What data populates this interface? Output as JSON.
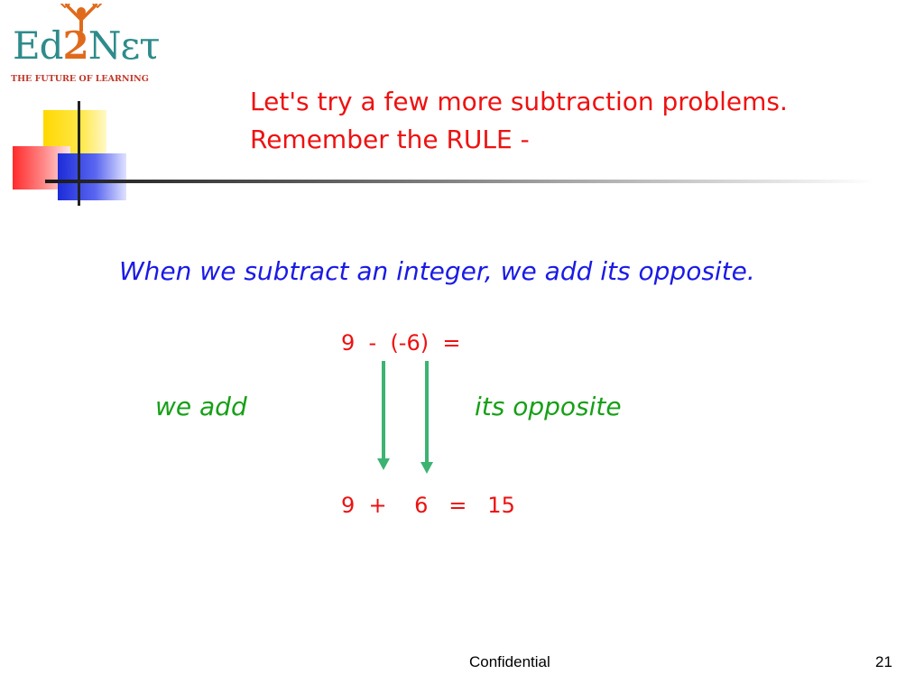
{
  "logo": {
    "text_ed": "Ed",
    "text_two": "2",
    "text_net": "Nετ",
    "tagline": "THE FUTURE OF LEARNING"
  },
  "title": "Let's try a few more subtraction problems.\nRemember the RULE -",
  "rule": "When we subtract an integer, we add its opposite.",
  "expression_top": "9  -  (-6)  =",
  "label_left": "we add",
  "label_right": "its opposite",
  "expression_bottom": "9  +    6   =   15",
  "footer": {
    "center": "Confidential",
    "page_number": "21"
  },
  "colors": {
    "title": "#ee1111",
    "rule": "#1a1ae6",
    "green": "#17a017",
    "arrow": "#3cb371"
  },
  "icons": {
    "logo_figure": "person-raising-arms-icon",
    "arrows": "down-arrow-icon"
  }
}
